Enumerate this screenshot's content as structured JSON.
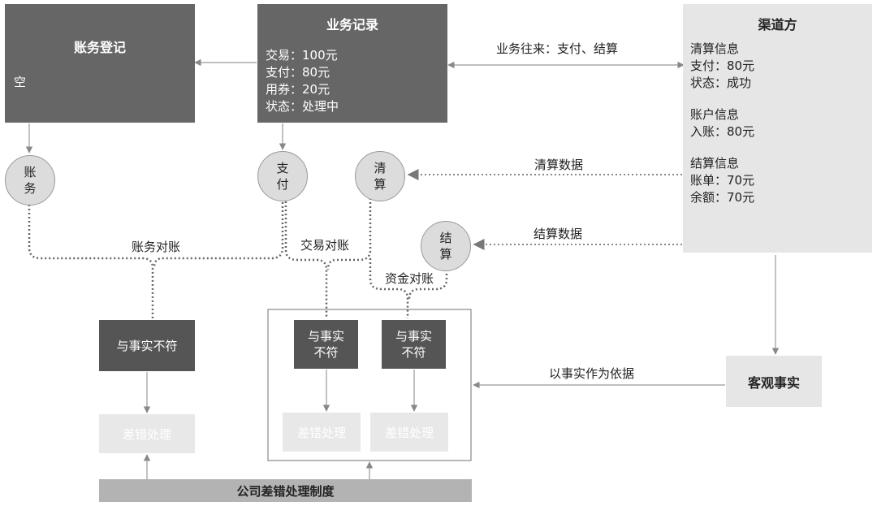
{
  "ledger": {
    "title": "账务登记",
    "content": "空"
  },
  "business": {
    "title": "业务记录",
    "lines": [
      "交易：100元",
      "支付：80元",
      "用券：20元",
      "状态：处理中"
    ]
  },
  "channel": {
    "title": "渠道方",
    "clearing_title": "清算信息",
    "clearing_lines": [
      "支付：80元",
      "状态：成功"
    ],
    "account_title": "账户信息",
    "account_lines": [
      "入账：80元"
    ],
    "settlement_title": "结算信息",
    "settlement_lines": [
      "账单：70元",
      "余额：70元"
    ]
  },
  "circles": {
    "accounting": [
      "账",
      "务"
    ],
    "payment": [
      "支",
      "付"
    ],
    "clearing": [
      "清",
      "算"
    ],
    "settlement": [
      "结",
      "算"
    ]
  },
  "labels": {
    "business_exchange": "业务往来：支付、结算",
    "clearing_data": "清算数据",
    "settlement_data": "结算数据",
    "account_recon": "账务对账",
    "trade_recon": "交易对账",
    "fund_recon": "资金对账",
    "basis": "以事实作为依据"
  },
  "mismatch": {
    "left": "与事实不符",
    "mid": [
      "与事实",
      "不符"
    ],
    "right": [
      "与事实",
      "不符"
    ]
  },
  "error_handling": {
    "left": "差错处理",
    "mid": "差错处理",
    "right": "差错处理"
  },
  "objective_fact": "客观事实",
  "policy_bar": "公司差错处理制度"
}
